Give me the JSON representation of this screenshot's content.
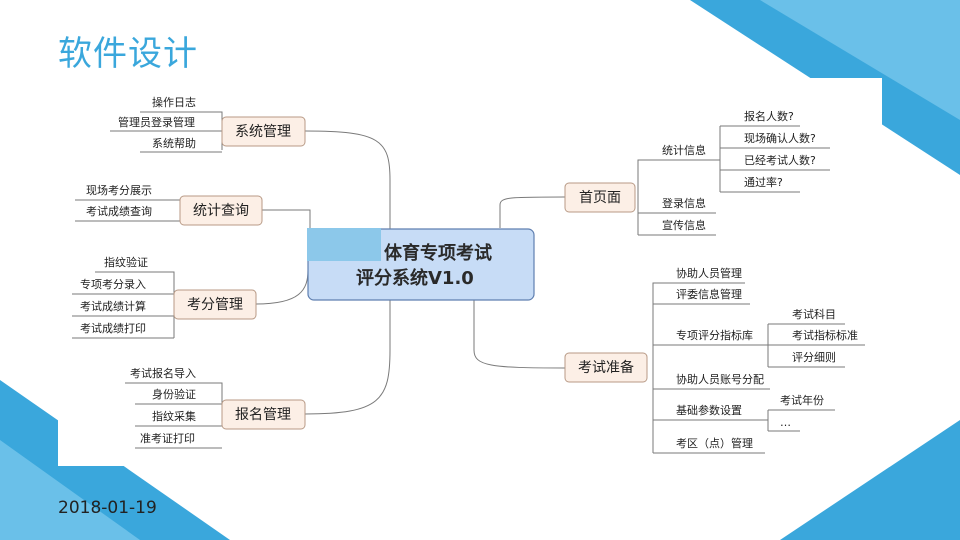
{
  "slide": {
    "title": "软件设计",
    "date": "2018-01-19"
  },
  "mindmap": {
    "center": {
      "line1": "体育专项考试",
      "line2": "评分系统V1.0"
    },
    "left": [
      {
        "label": "系统管理",
        "children": [
          "操作日志",
          "管理员登录管理",
          "系统帮助"
        ]
      },
      {
        "label": "统计查询",
        "children": [
          "现场考分展示",
          "考试成绩查询"
        ]
      },
      {
        "label": "考分管理",
        "children": [
          "指纹验证",
          "专项考分录入",
          "考试成绩计算",
          "考试成绩打印"
        ]
      },
      {
        "label": "报名管理",
        "children": [
          "考试报名导入",
          "身份验证",
          "指纹采集",
          "准考证打印"
        ]
      }
    ],
    "right": [
      {
        "label": "首页面",
        "children": [
          {
            "label": "统计信息",
            "children": [
              "报名人数?",
              "现场确认人数?",
              "已经考试人数?",
              "通过率?"
            ]
          },
          {
            "label": "登录信息"
          },
          {
            "label": "宣传信息"
          }
        ]
      },
      {
        "label": "考试准备",
        "children": [
          {
            "label": "协助人员管理"
          },
          {
            "label": "评委信息管理"
          },
          {
            "label": "专项评分指标库",
            "children": [
              "考试科目",
              "考试指标标准",
              "评分细则"
            ]
          },
          {
            "label": "协助人员账号分配"
          },
          {
            "label": "基础参数设置",
            "children": [
              "考试年份",
              "…"
            ]
          },
          {
            "label": "考区（点）管理"
          }
        ]
      }
    ]
  }
}
